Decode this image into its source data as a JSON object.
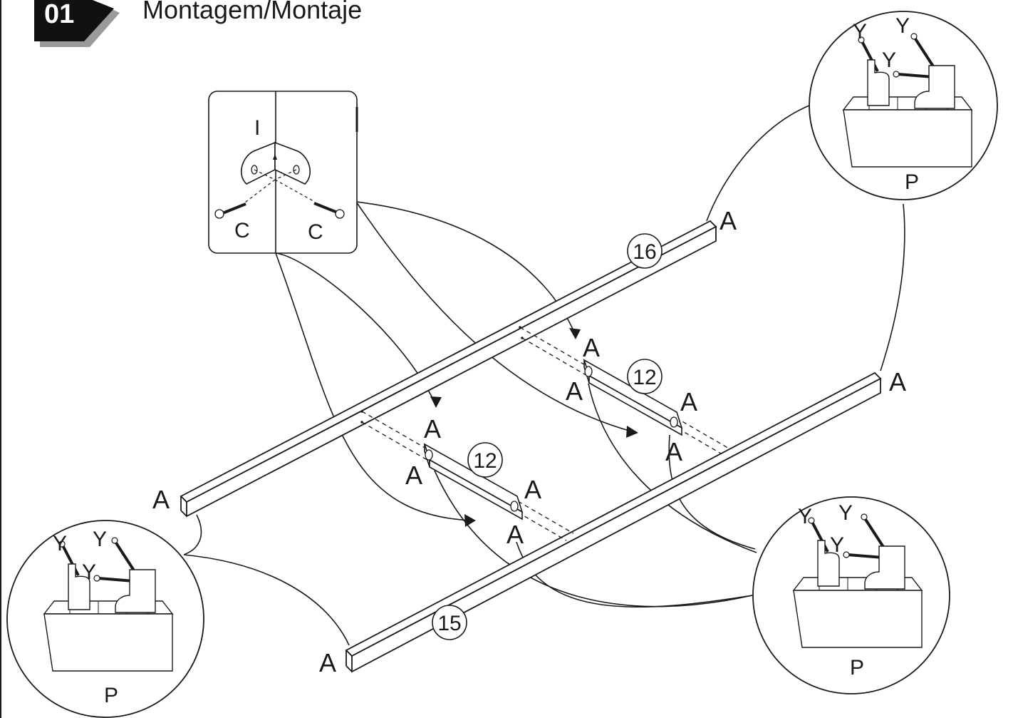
{
  "header": {
    "step_number": "01",
    "title": "Montagem/Montaje"
  },
  "parts": {
    "rail_back": "16",
    "rail_front": "15",
    "crossbar_left": "12",
    "crossbar_right": "12"
  },
  "labels": {
    "hole": "A",
    "bracket": "I",
    "screw_bracket": "C",
    "screw_foot": "Y",
    "foot": "P"
  }
}
